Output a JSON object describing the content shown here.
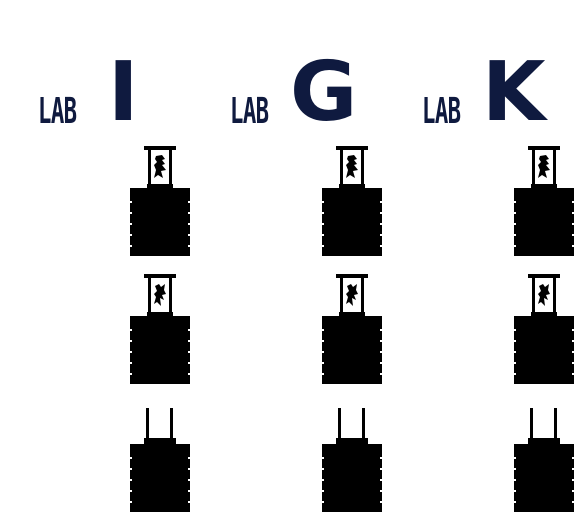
{
  "labs": [
    {
      "word": "LAB",
      "letter": "I"
    },
    {
      "word": "LAB",
      "letter": "G"
    },
    {
      "word": "LAB",
      "letter": "K"
    }
  ],
  "rows": [
    {
      "state": "occupied",
      "creature": "beast-icon"
    },
    {
      "state": "occupied",
      "creature": "dragon-icon"
    },
    {
      "state": "empty"
    }
  ],
  "colors": {
    "lab_label": "#0f1a3f",
    "pod": "#000000",
    "background": "#ffffff"
  }
}
